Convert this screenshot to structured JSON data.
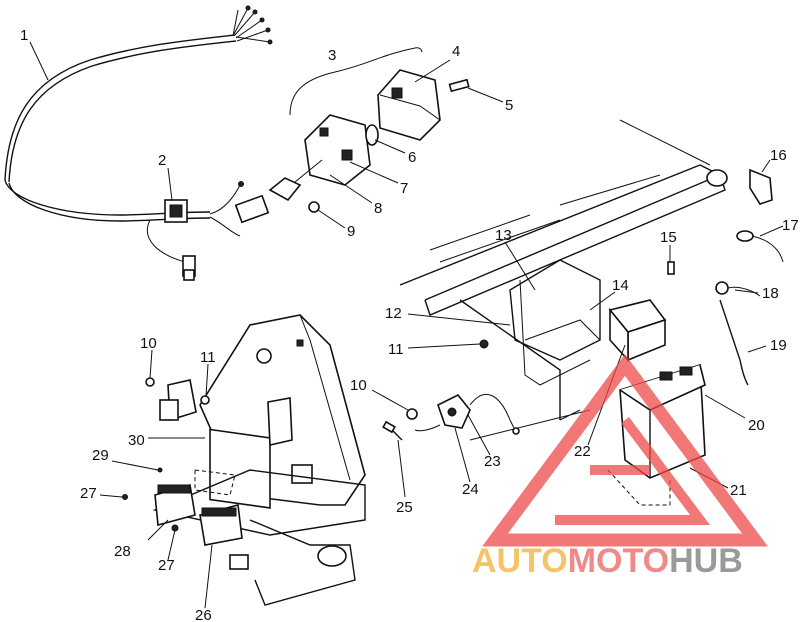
{
  "callouts": [
    {
      "id": "1",
      "label": "1"
    },
    {
      "id": "2",
      "label": "2"
    },
    {
      "id": "3",
      "label": "3"
    },
    {
      "id": "4",
      "label": "4"
    },
    {
      "id": "5",
      "label": "5"
    },
    {
      "id": "6",
      "label": "6"
    },
    {
      "id": "7",
      "label": "7"
    },
    {
      "id": "8",
      "label": "8"
    },
    {
      "id": "9",
      "label": "9"
    },
    {
      "id": "10a",
      "label": "10"
    },
    {
      "id": "11a",
      "label": "11"
    },
    {
      "id": "10b",
      "label": "10"
    },
    {
      "id": "11b",
      "label": "11"
    },
    {
      "id": "12",
      "label": "12"
    },
    {
      "id": "13",
      "label": "13"
    },
    {
      "id": "14",
      "label": "14"
    },
    {
      "id": "15",
      "label": "15"
    },
    {
      "id": "16",
      "label": "16"
    },
    {
      "id": "17",
      "label": "17"
    },
    {
      "id": "18",
      "label": "18"
    },
    {
      "id": "19",
      "label": "19"
    },
    {
      "id": "20",
      "label": "20"
    },
    {
      "id": "21",
      "label": "21"
    },
    {
      "id": "22",
      "label": "22"
    },
    {
      "id": "23",
      "label": "23"
    },
    {
      "id": "24",
      "label": "24"
    },
    {
      "id": "25",
      "label": "25"
    },
    {
      "id": "26",
      "label": "26"
    },
    {
      "id": "27a",
      "label": "27"
    },
    {
      "id": "27b",
      "label": "27"
    },
    {
      "id": "28",
      "label": "28"
    },
    {
      "id": "29",
      "label": "29"
    },
    {
      "id": "30",
      "label": "30"
    }
  ],
  "watermark": {
    "part1": "AUTO",
    "part2": "MOTO",
    "part3": "HUB",
    "color_auto": "#f5c46a",
    "color_moto": "#f08a8a",
    "color_hub": "#9a9a9a",
    "logo_color": "#ee4b4b"
  }
}
